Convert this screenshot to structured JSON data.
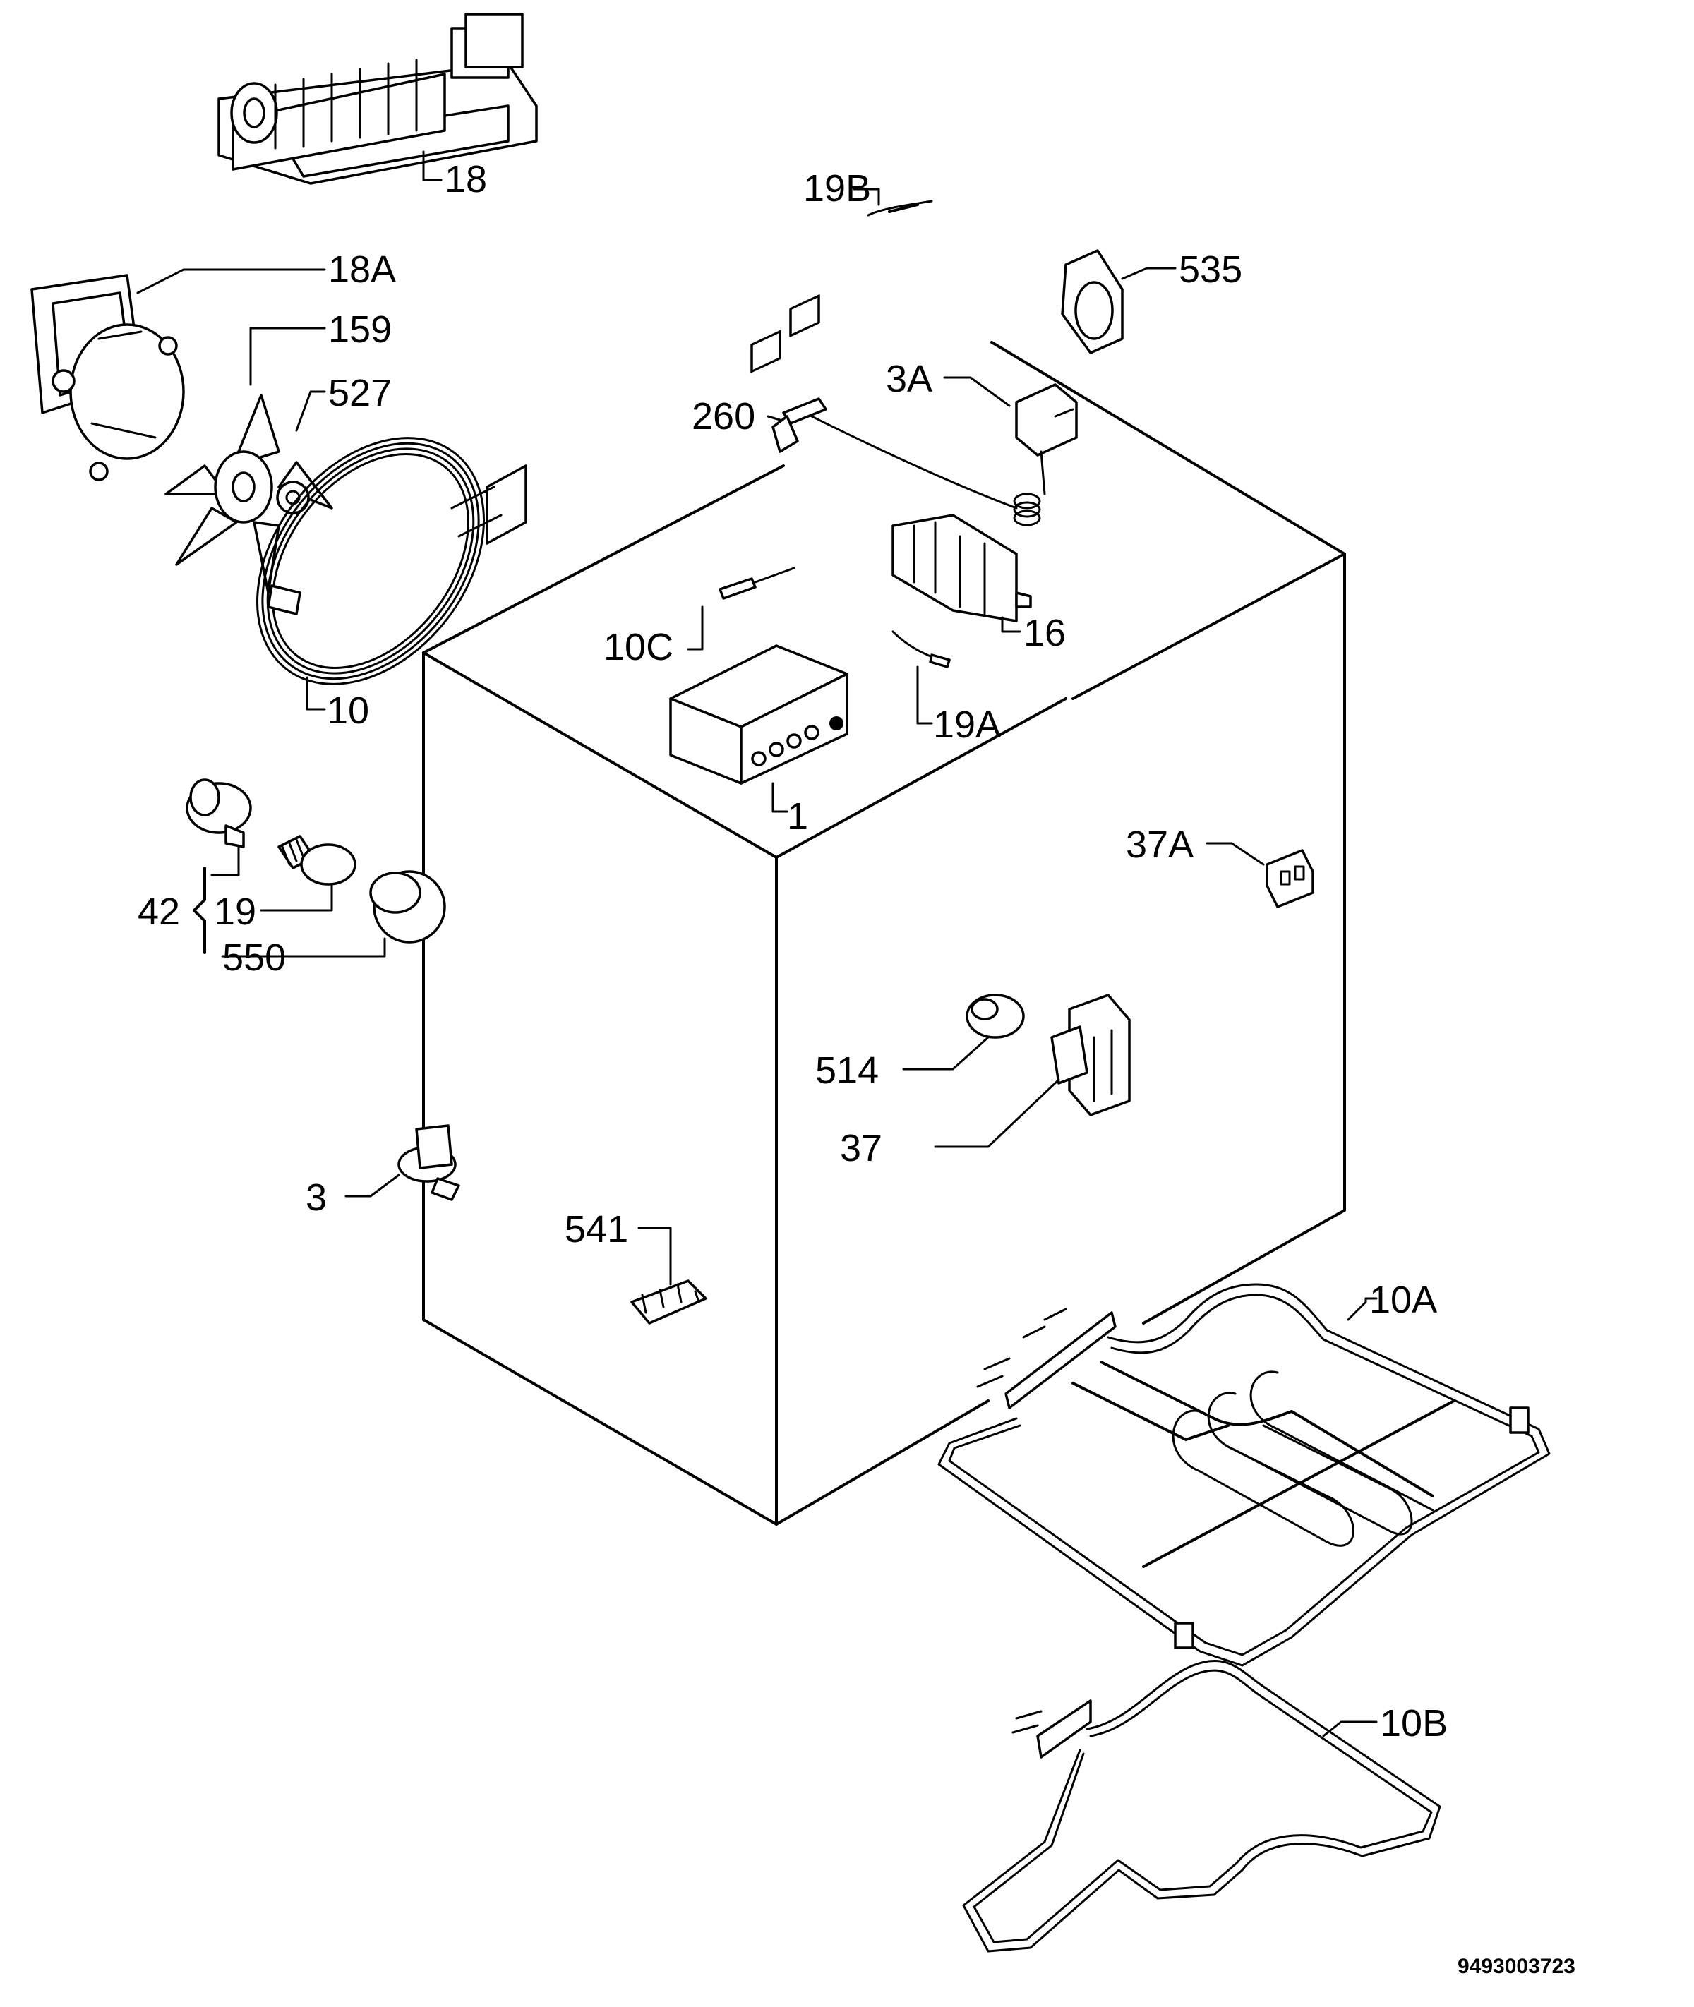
{
  "labels": {
    "p18": "18",
    "p19B": "19B",
    "p18A": "18A",
    "p535": "535",
    "p159": "159",
    "p527": "527",
    "p3A": "3A",
    "p260": "260",
    "p10C": "10C",
    "p16": "16",
    "p10": "10",
    "p19A": "19A",
    "p1": "1",
    "p37A": "37A",
    "p42": "42",
    "p19": "19",
    "p550": "550",
    "p514": "514",
    "p37": "37",
    "p3": "3",
    "p541": "541",
    "p10A": "10A",
    "p10B": "10B"
  },
  "drawing_code": "9493003723"
}
